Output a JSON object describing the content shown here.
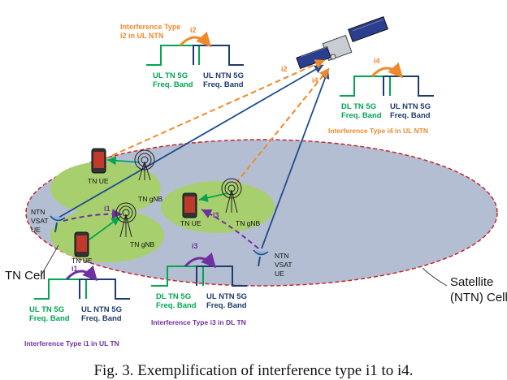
{
  "labels": {
    "i2_type": "Interference Type\ni2 in UL NTN",
    "i2_tag": "i2",
    "i2_left": "UL TN 5G\nFreq. Band",
    "i2_right": "UL NTN 5G\nFreq. Band",
    "i4_tag": "i4",
    "i4_left": "DL TN 5G\nFreq. Band",
    "i4_right": "UL NTN 5G\nFreq. Band",
    "i4_type": "Interference Type i4 in UL NTN",
    "link_i2": "i2",
    "link_i4": "i4",
    "link_i1": "i1",
    "link_i3": "i3",
    "i1_tag": "i1",
    "i1_left": "UL TN 5G\nFreq. Band",
    "i1_right": "UL NTN 5G\nFreq. Band",
    "i1_type": "Interference Type i1 in UL TN",
    "i3_tag": "i3",
    "i3_left": "DL TN 5G\nFreq. Band",
    "i3_right": "UL NTN 5G\nFreq. Band",
    "i3_type": "Interference Type i3 in DL TN",
    "tn_ue_1": "TN UE",
    "tn_gnb_1": "TN gNB",
    "tn_ue_2": "TN UE",
    "tn_gnb_2": "TN gNB",
    "tn_ue_3": "TN UE",
    "tn_gnb_3": "TN gNB",
    "ntn_vsat_left": "NTN\nVSAT\nUE",
    "ntn_vsat_right": "NTN\nVSAT\nUE",
    "tn_cell": "TN Cell",
    "satellite_cell": "Satellite\n(NTN) Cell",
    "caption": "Fig. 3.  Exemplification of interference type i1 to i4."
  },
  "colors": {
    "tn_band": "#00a651",
    "ntn_band": "#1f3a6e",
    "orange": "#f0892a",
    "purple": "#7030a0",
    "cell_fill": "#b4bed2",
    "cell_border": "#c0282d",
    "tn_cell_fill": "#a8cf6e"
  }
}
